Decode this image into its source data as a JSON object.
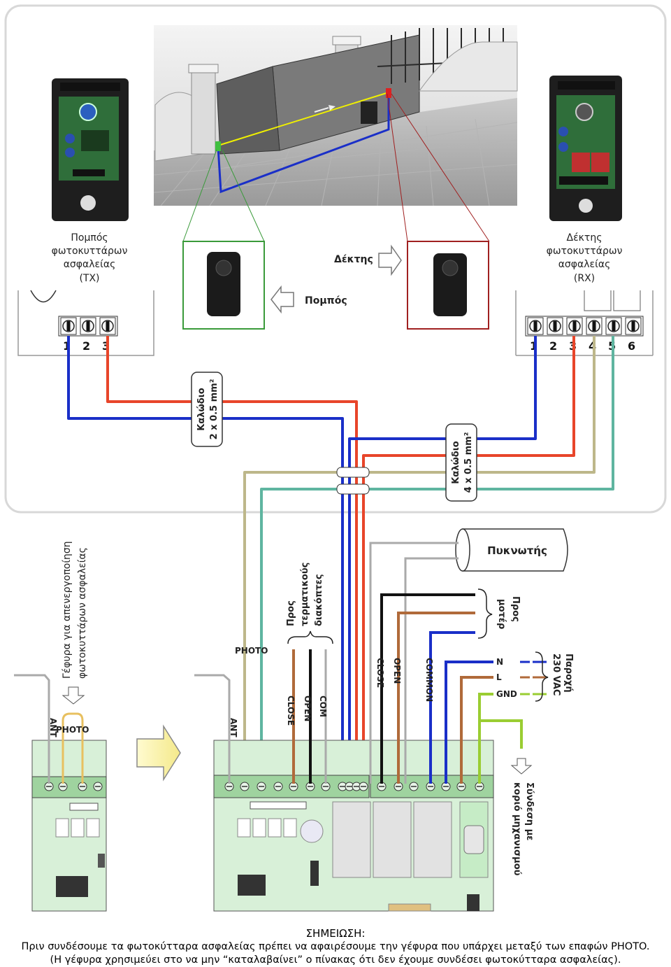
{
  "transmitter": {
    "title_line1": "Πομπός",
    "title_line2": "φωτοκυττάρων",
    "title_line3": "ασφαλείας",
    "title_line4": "(TX)",
    "terminals": [
      "1",
      "2",
      "3"
    ]
  },
  "receiver": {
    "title_line1": "Δέκτης",
    "title_line2": "φωτοκυττάρων",
    "title_line3": "ασφαλείας",
    "title_line4": "(RX)",
    "terminals": [
      "1",
      "2",
      "3",
      "4",
      "5",
      "6"
    ]
  },
  "labels": {
    "receiver_arrow": "Δέκτης",
    "transmitter_arrow": "Πομπός",
    "cable_2_line1": "Καλώδιο",
    "cable_2_line2": "2 x 0.5 mm²",
    "cable_4_line1": "Καλώδιο",
    "cable_4_line2": "4 x 0.5 mm²",
    "capacitor": "Πυκνωτής",
    "bridge_line1": "Γέφυρα για απενεργοποίηση",
    "bridge_line2": "φωτοκυττάρων ασφαλείας",
    "limit_line1": "Προς",
    "limit_line2": "τερματικούς",
    "limit_line3": "διακόπτες",
    "motor_line1": "Προς",
    "motor_line2": "μοτέρ",
    "supply_line1": "Παροχή",
    "supply_line2": "230 VAC",
    "ground_line1": "Σύνδεση με",
    "ground_line2": "κοριό μηχανισμού",
    "photo": "PHOTO",
    "photo_bridge": "PHOTO",
    "ant_left": "ANT",
    "ant_right": "ANT",
    "close": "CLOSE",
    "open": "OPEN",
    "com": "COM",
    "motor_close": "CLOSE",
    "motor_open": "OPEN",
    "motor_common": "COMMON",
    "n": "N",
    "l": "L",
    "gnd": "GND"
  },
  "note": {
    "heading": "ΣΗΜΕΙΩΣΗ:",
    "line1": "Πριν συνδέσουμε τα φωτοκύτταρα ασφαλείας πρέπει να αφαιρέσουμε την γέφυρα που υπάρχει μεταξύ των επαφών PHOTO.",
    "line2": "(Η γέφυρα χρησιμεύει στο να μην “καταλαβαίνει” ο πίνακας ότι δεν έχουμε συνδέσει φωτοκύτταρα ασφαλείας)."
  },
  "colors": {
    "blue": "#1a2fc8",
    "red": "#e8452a",
    "khaki": "#bdb78a",
    "teal": "#5fb5a0",
    "brown": "#b06a3a",
    "black": "#111111",
    "board_green": "#d8f0d8",
    "yellow_green": "#9acd32"
  }
}
